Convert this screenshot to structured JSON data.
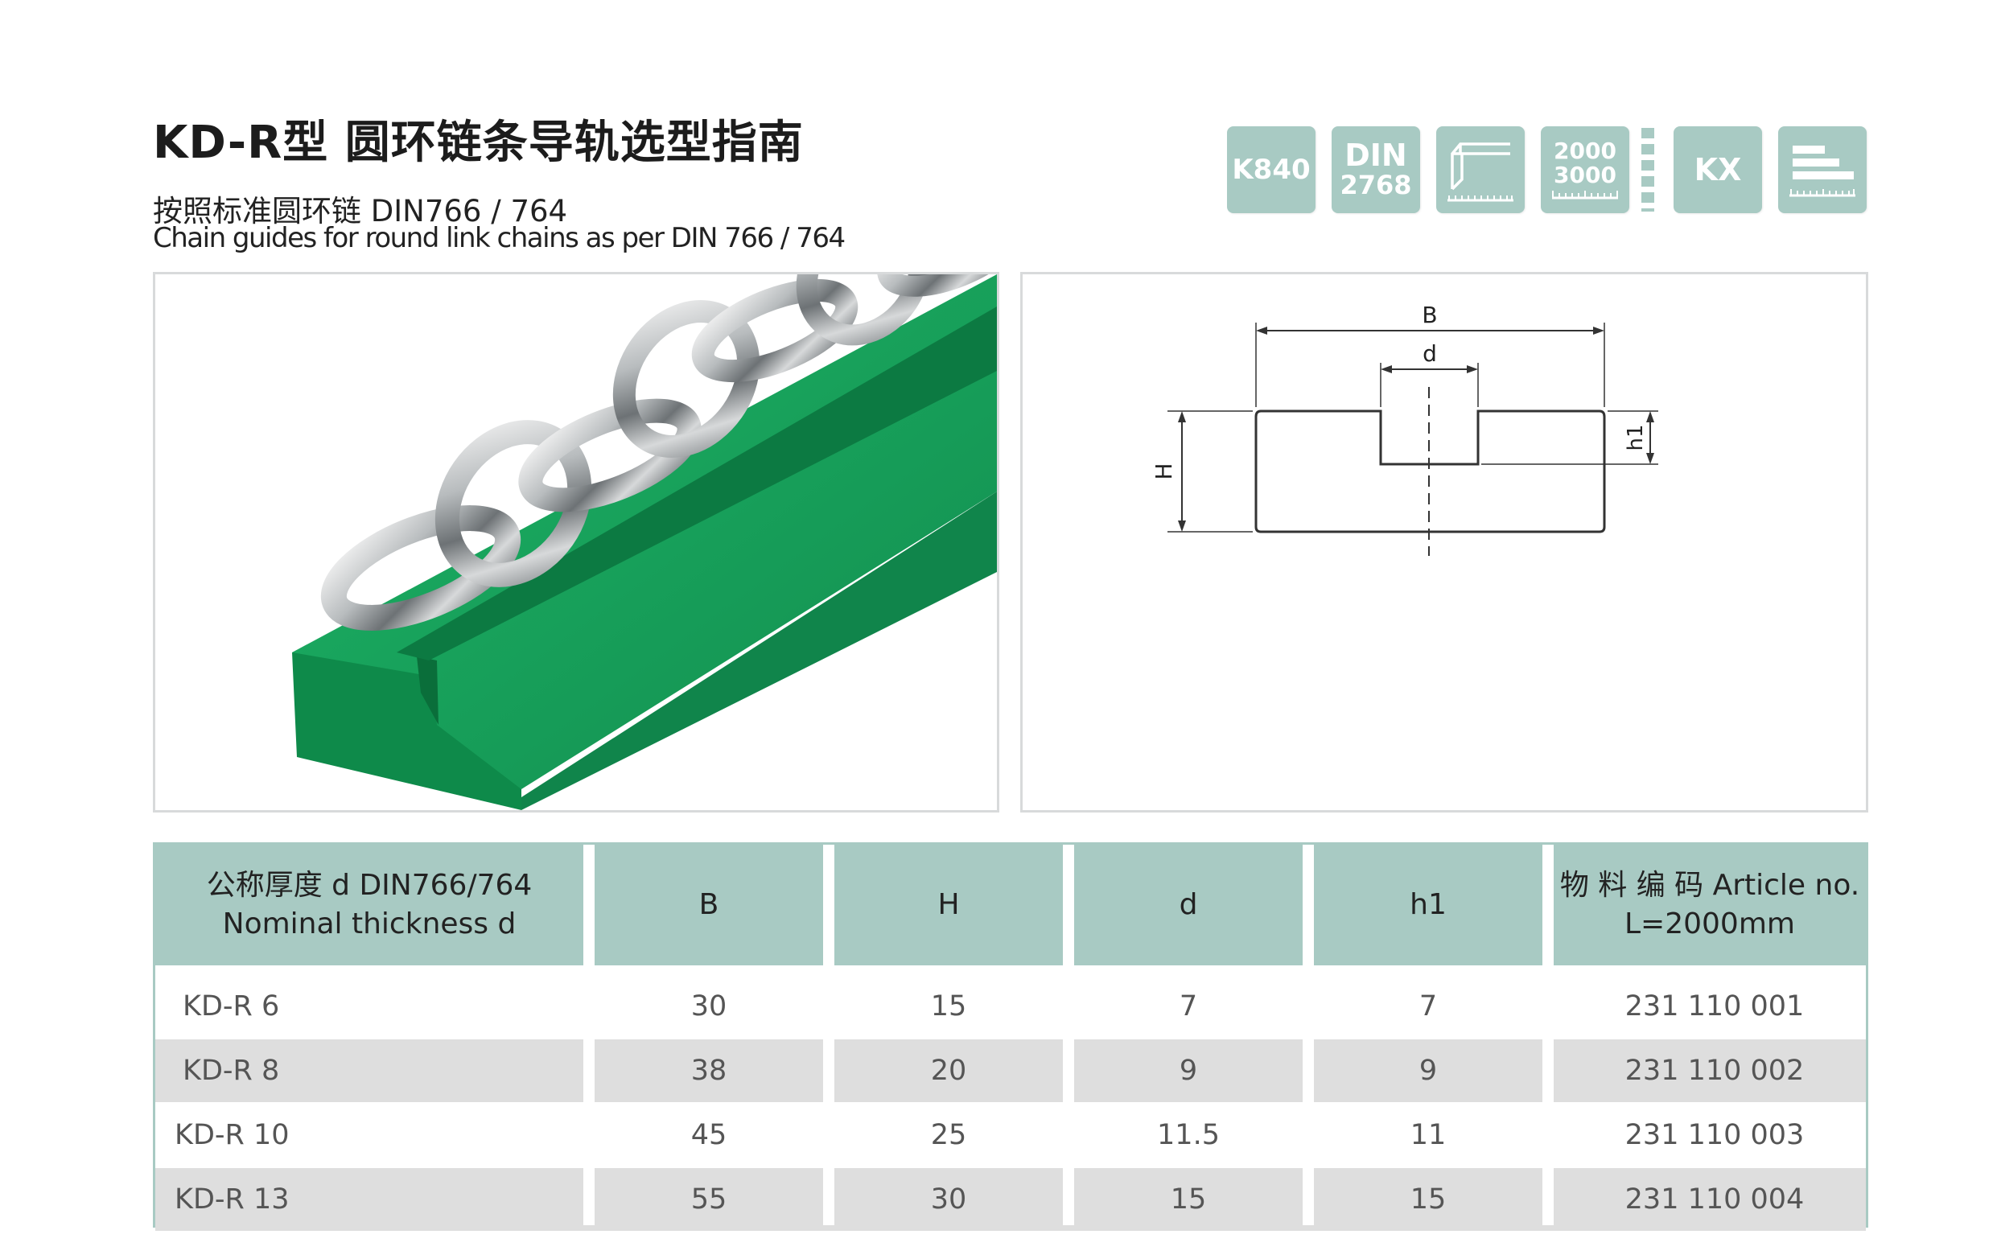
{
  "header": {
    "title": "KD-R型 圆环链条导轨选型指南",
    "subtitle_cn": "按照标准圆环链   DIN766 / 764",
    "subtitle_en": "Chain guides for round link chains as per DIN 766 / 764"
  },
  "badges": {
    "k840": "K840",
    "din_line1": "DIN",
    "din_line2": "2768",
    "length_line1": "2000",
    "length_line2": "3000",
    "kx": "KX",
    "profile_icon": "profile-outline-icon",
    "stack_icon": "stacked-bars-icon"
  },
  "drawing": {
    "label_B": "B",
    "label_d": "d",
    "label_H": "H",
    "label_h1": "h1"
  },
  "colors": {
    "accent": "#a8cac3",
    "guide_green": "#17a05b",
    "row_alt": "#dedede"
  },
  "table": {
    "col_name_line1": "公称厚度 d    DIN766/764",
    "col_name_line2": "Nominal thickness d",
    "col_B": "B",
    "col_H": "H",
    "col_d": "d",
    "col_h1": "h1",
    "col_article_line1": "物 料 编 码   Article no.",
    "col_article_line2": "L=2000mm",
    "rows": [
      {
        "name": "KD-R 6",
        "B": "30",
        "H": "15",
        "d": "7",
        "h1": "7",
        "article": "231 110 001"
      },
      {
        "name": "KD-R 8",
        "B": "38",
        "H": "20",
        "d": "9",
        "h1": "9",
        "article": "231 110 002"
      },
      {
        "name": "KD-R 10",
        "B": "45",
        "H": "25",
        "d": "11.5",
        "h1": "11",
        "article": "231 110 003"
      },
      {
        "name": "KD-R 13",
        "B": "55",
        "H": "30",
        "d": "15",
        "h1": "15",
        "article": "231 110 004"
      }
    ]
  }
}
